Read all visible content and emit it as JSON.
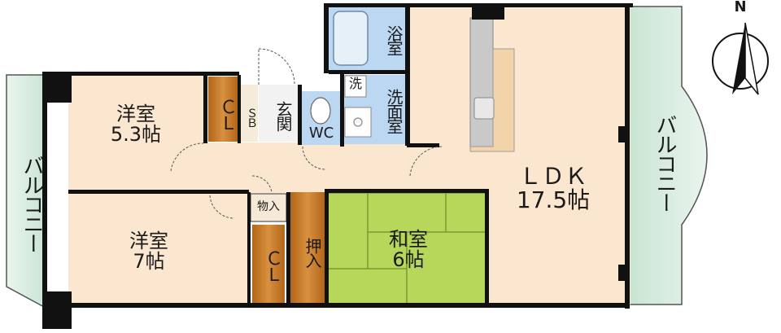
{
  "compass": {
    "north": "N"
  },
  "rooms": {
    "yoshitsu1": {
      "name": "洋室",
      "size": "5.3帖"
    },
    "yoshitsu2": {
      "name": "洋室",
      "size": "7帖"
    },
    "washitsu": {
      "name": "和室",
      "size": "6帖"
    },
    "ldk": {
      "name": "ＬＤＫ",
      "size": "17.5帖"
    },
    "cl1": "ＣＬ",
    "cl2": "ＣＬ",
    "sb": "ＳＢ",
    "genkan": "玄関",
    "wc": "WC",
    "yokushitsu": "浴室",
    "sen": "洗",
    "senmenshitsu": "洗面室",
    "monoire": "物入",
    "oshiire": "押入"
  },
  "balcony_left": "バルコニー",
  "balcony_right": "バルコニー",
  "colors": {
    "room": "#fbe6cf",
    "balcony": "#d7ecdf",
    "closet": "#c8782a",
    "tatami": "#b6d75a",
    "bath": "#bcd7f2",
    "wall": "#111111"
  }
}
